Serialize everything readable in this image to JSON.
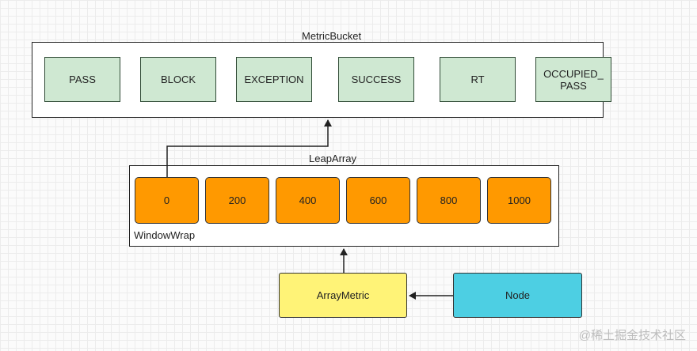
{
  "metric_bucket": {
    "title": "MetricBucket",
    "items": [
      "PASS",
      "BLOCK",
      "EXCEPTION",
      "SUCCESS",
      "RT",
      "OCCUPIED_\nPASS"
    ]
  },
  "leap_array": {
    "title": "LeapArray",
    "caption": "WindowWrap",
    "windows": [
      "0",
      "200",
      "400",
      "600",
      "800",
      "1000"
    ]
  },
  "array_metric": {
    "label": "ArrayMetric"
  },
  "node": {
    "label": "Node"
  },
  "watermark": "@稀土掘金技术社区",
  "colors": {
    "bucket_item": "#cfe8d2",
    "window": "#ff9900",
    "array_metric": "#fff377",
    "node": "#4dcfe3"
  }
}
